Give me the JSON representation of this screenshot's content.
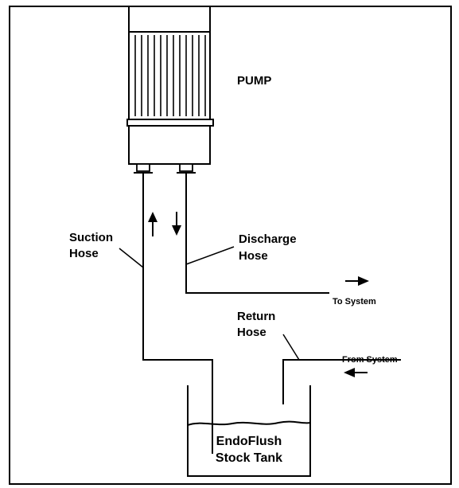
{
  "labels": {
    "pump": "PUMP",
    "suction_line1": "Suction",
    "suction_line2": "Hose",
    "discharge_line1": "Discharge",
    "discharge_line2": "Hose",
    "return_line1": "Return",
    "return_line2": "Hose",
    "to_system": "To System",
    "from_system": "From System",
    "tank_line1": "EndoFlush",
    "tank_line2": "Stock Tank"
  },
  "icons": {
    "flow_up": "arrow-up-icon",
    "flow_down": "arrow-down-icon",
    "to_system": "arrow-right-icon",
    "from_system": "arrow-left-icon"
  },
  "colors": {
    "line": "#000000",
    "background": "#ffffff"
  }
}
